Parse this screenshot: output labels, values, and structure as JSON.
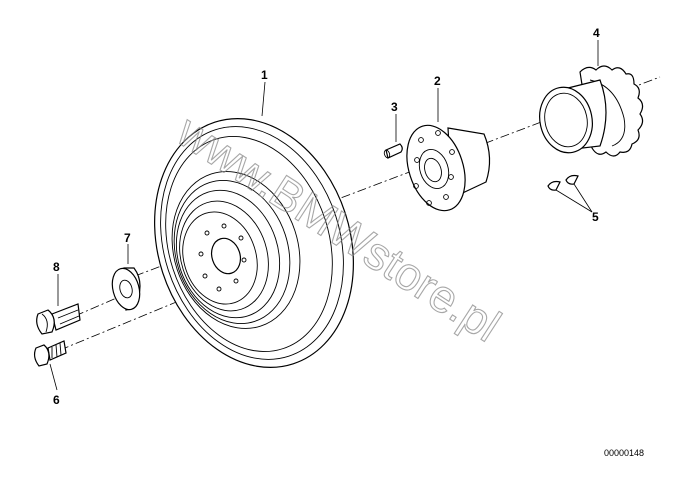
{
  "diagram": {
    "callouts": [
      "1",
      "2",
      "3",
      "4",
      "5",
      "6",
      "7",
      "8"
    ],
    "image_code": "00000148",
    "watermark": "www.BMWstore.pl",
    "colors": {
      "line": "#000000",
      "background": "#ffffff",
      "watermark": "#8a8a8a"
    }
  }
}
